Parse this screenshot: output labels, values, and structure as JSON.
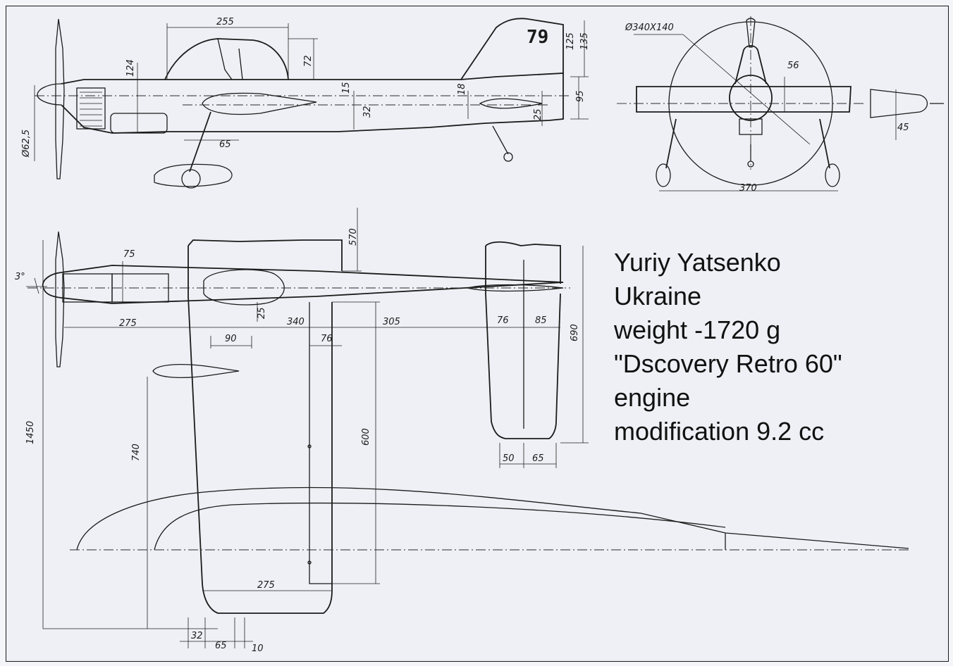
{
  "notes": {
    "designer": "Yuriy Yatsenko",
    "country": "Ukraine",
    "weight": "weight -1720 g",
    "engine_name": "\"Dscovery Retro 60\"",
    "engine_label": "engine",
    "engine_mod": "modification 9.2 cc"
  },
  "side_view": {
    "fin_number": "79",
    "dims": {
      "canopy_length": "255",
      "canopy_height": "72",
      "fuselage_depth": "124",
      "spinner_dia": "Ø62,5",
      "gear_offset": "65",
      "stab_thickness": "15",
      "wing_thickness": "32",
      "stab_root": "18",
      "elevator": "25",
      "fin_height_1": "125",
      "fin_height_2": "135",
      "rear_depth": "95"
    }
  },
  "front_view": {
    "dims": {
      "wheel_size": "Ø340X140",
      "cowl_width": "56",
      "track": "370",
      "tail_height": "45"
    }
  },
  "top_view": {
    "dims": {
      "thrust_angle": "3°",
      "cowl_len": "75",
      "nose_to_wing": "275",
      "wing_to_stab": "340",
      "stab_to_tail": "305",
      "flap_width": "90",
      "aileron_width": "76",
      "half_span": "570",
      "wing_offset": "25",
      "stab_root_a": "76",
      "stab_root_b": "85",
      "stab_span": "690",
      "stab_tip_a": "50",
      "stab_tip_b": "65",
      "wing_span": "1450",
      "wing_panel": "740",
      "aileron_len": "600",
      "wing_tip": "275",
      "tip_a": "32",
      "tip_b": "65",
      "tip_c": "10"
    }
  }
}
